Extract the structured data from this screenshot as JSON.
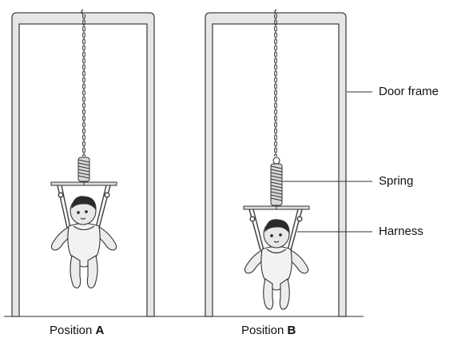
{
  "labels": {
    "door_frame": "Door frame",
    "spring": "Spring",
    "harness": "Harness"
  },
  "captions": {
    "a_prefix": "Position",
    "a_letter": "A",
    "b_prefix": "Position",
    "b_letter": "B"
  },
  "colors": {
    "frame_fill": "#e6e6e6",
    "line": "#333333",
    "skin": "#ececec",
    "hair": "#2a2a2a"
  }
}
